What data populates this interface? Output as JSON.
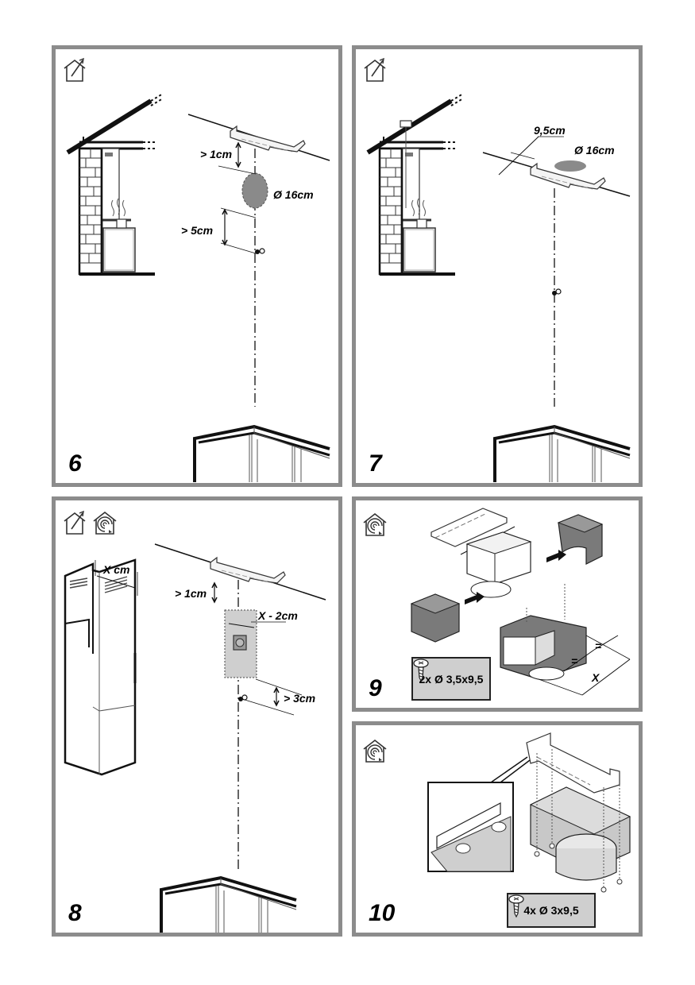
{
  "panels": [
    {
      "step": "6",
      "icons": [
        "ducted-exhaust-house-icon"
      ],
      "labels": {
        "top_gap": "> 1cm",
        "hole": "Ø 16cm",
        "bottom_gap": "> 5cm"
      }
    },
    {
      "step": "7",
      "icons": [
        "ducted-exhaust-house-icon"
      ],
      "labels": {
        "offset": "9,5cm",
        "hole": "Ø 16cm"
      }
    },
    {
      "step": "8",
      "icons": [
        "ducted-exhaust-house-icon",
        "recirculation-house-icon"
      ],
      "labels": {
        "chimney_width": "X cm",
        "top_gap": "> 1cm",
        "socket_width": "X - 2cm",
        "bottom_gap": "> 3cm"
      }
    },
    {
      "step": "9",
      "icons": [
        "recirculation-house-icon"
      ],
      "labels": {
        "bracket_width": "X",
        "duct_width": "X",
        "equal_a": "=",
        "equal_b": "="
      },
      "screws": "2x Ø 3,5x9,5"
    },
    {
      "step": "10",
      "icons": [
        "recirculation-house-icon"
      ],
      "screws": "4x Ø 3x9,5"
    }
  ],
  "colors": {
    "frame": "#8c8c8c",
    "screw_box": "#cfcfcf",
    "duct_fill": "#7a7a7a",
    "hole_fill": "#8a8a8a"
  }
}
